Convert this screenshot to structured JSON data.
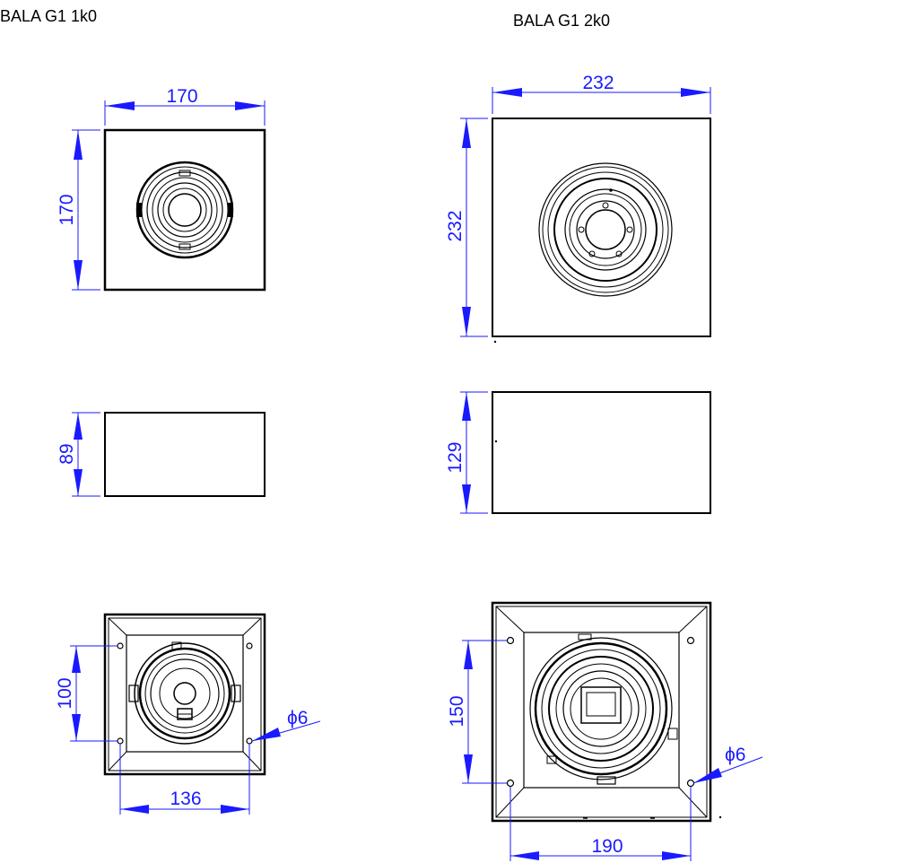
{
  "colors": {
    "dimension": "#1a1aff",
    "outline": "#000000",
    "background": "#ffffff"
  },
  "model_small": {
    "title": "BALA G1 1k0",
    "top_width": "170",
    "top_height": "170",
    "side_height": "89",
    "bottom_hole_spacing_vertical": "100",
    "bottom_hole_spacing_horizontal": "136",
    "hole_diameter": "ϕ6"
  },
  "model_large": {
    "title": "BALA G1 2k0",
    "top_width": "232",
    "top_height": "232",
    "side_height": "129",
    "bottom_hole_spacing_vertical": "150",
    "bottom_hole_spacing_horizontal": "190",
    "hole_diameter": "ϕ6"
  }
}
